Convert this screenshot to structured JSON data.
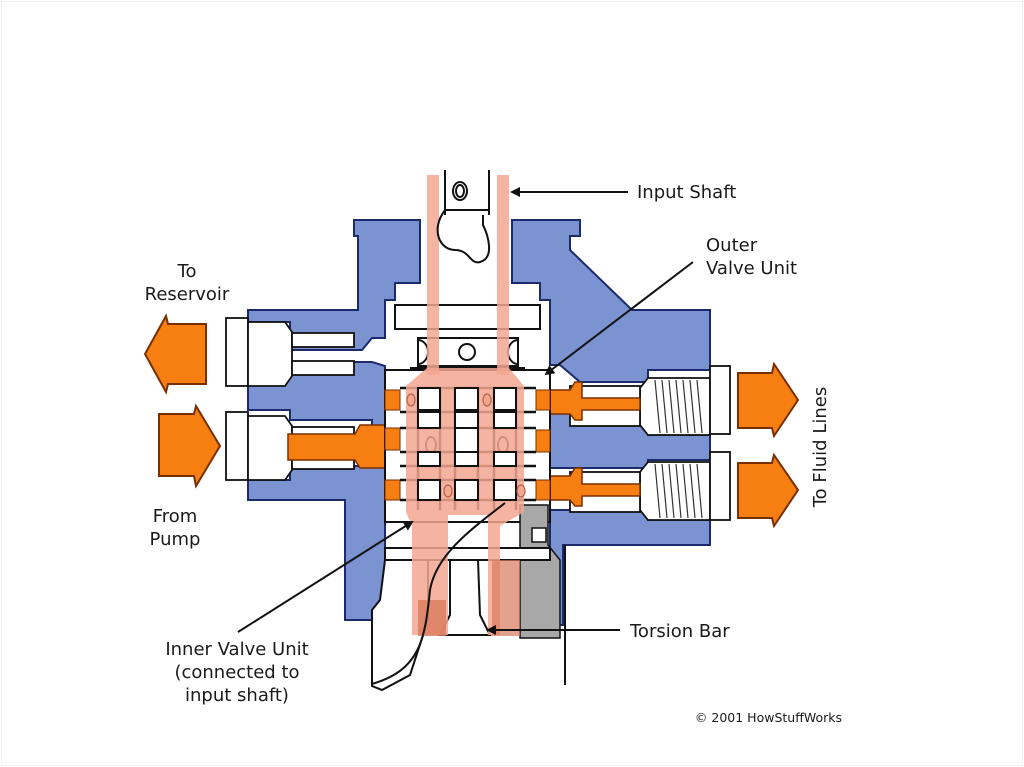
{
  "diagram": {
    "title": "Rotary valve power steering",
    "colors": {
      "housing": "#7c93d2",
      "fluid": "#f77f12",
      "valve": "#f3a690",
      "torsion_bar": "#a8a8a8",
      "outline": "#111111"
    },
    "labels": {
      "input_shaft": "Input Shaft",
      "outer_valve_line1": "Outer",
      "outer_valve_line2": "Valve Unit",
      "to_reservoir_line1": "To",
      "to_reservoir_line2": "Reservoir",
      "from_pump_line1": "From",
      "from_pump_line2": "Pump",
      "to_fluid_lines": "To Fluid Lines",
      "inner_valve_line1": "Inner Valve Unit",
      "inner_valve_line2": "(connected to",
      "inner_valve_line3": "input shaft)",
      "torsion_bar": "Torsion Bar"
    },
    "copyright": "© 2001 HowStuffWorks",
    "flow_arrows": [
      {
        "id": "to-reservoir",
        "direction": "left"
      },
      {
        "id": "from-pump",
        "direction": "right"
      },
      {
        "id": "to-fluid-line-1",
        "direction": "right"
      },
      {
        "id": "to-fluid-line-2",
        "direction": "right"
      }
    ]
  }
}
